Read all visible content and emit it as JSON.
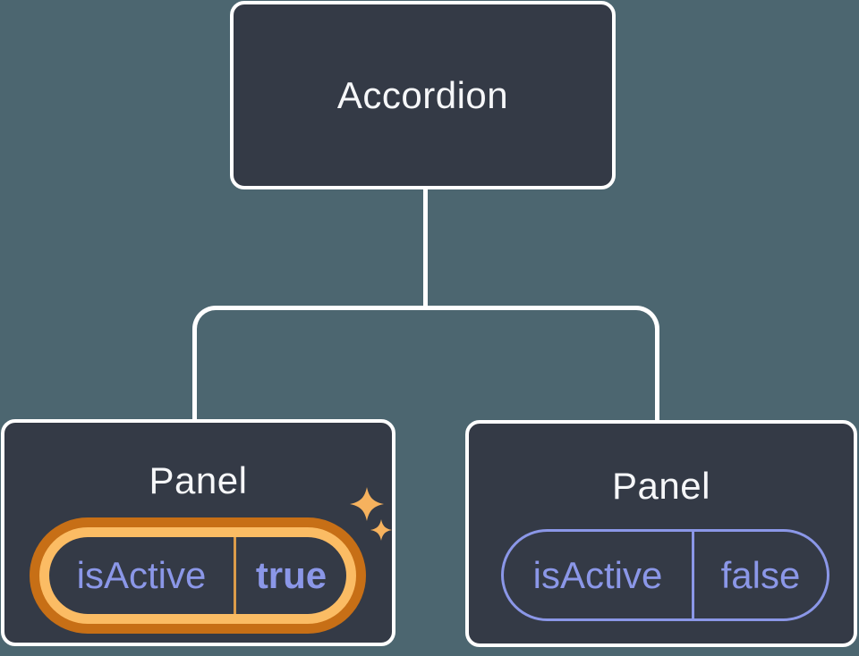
{
  "diagram": {
    "root": {
      "label": "Accordion"
    },
    "panels": [
      {
        "label": "Panel",
        "prop_name": "isActive",
        "prop_value": "true",
        "state": "active"
      },
      {
        "label": "Panel",
        "prop_name": "isActive",
        "prop_value": "false",
        "state": "inactive"
      }
    ]
  },
  "colors": {
    "canvas_bg": "#4c6670",
    "node_bg": "#343a46",
    "node_border": "#ffffff",
    "text_primary": "#f6f7f9",
    "prop_purple": "#8b97e8",
    "highlight_dark_orange": "#c76f16",
    "highlight_light_orange": "#fbbc64",
    "highlight_divider_orange": "#dc9c4a",
    "sparkle_gold": "#f6b25e"
  },
  "icons": {
    "sparkles": "four-point-star sparkles"
  }
}
